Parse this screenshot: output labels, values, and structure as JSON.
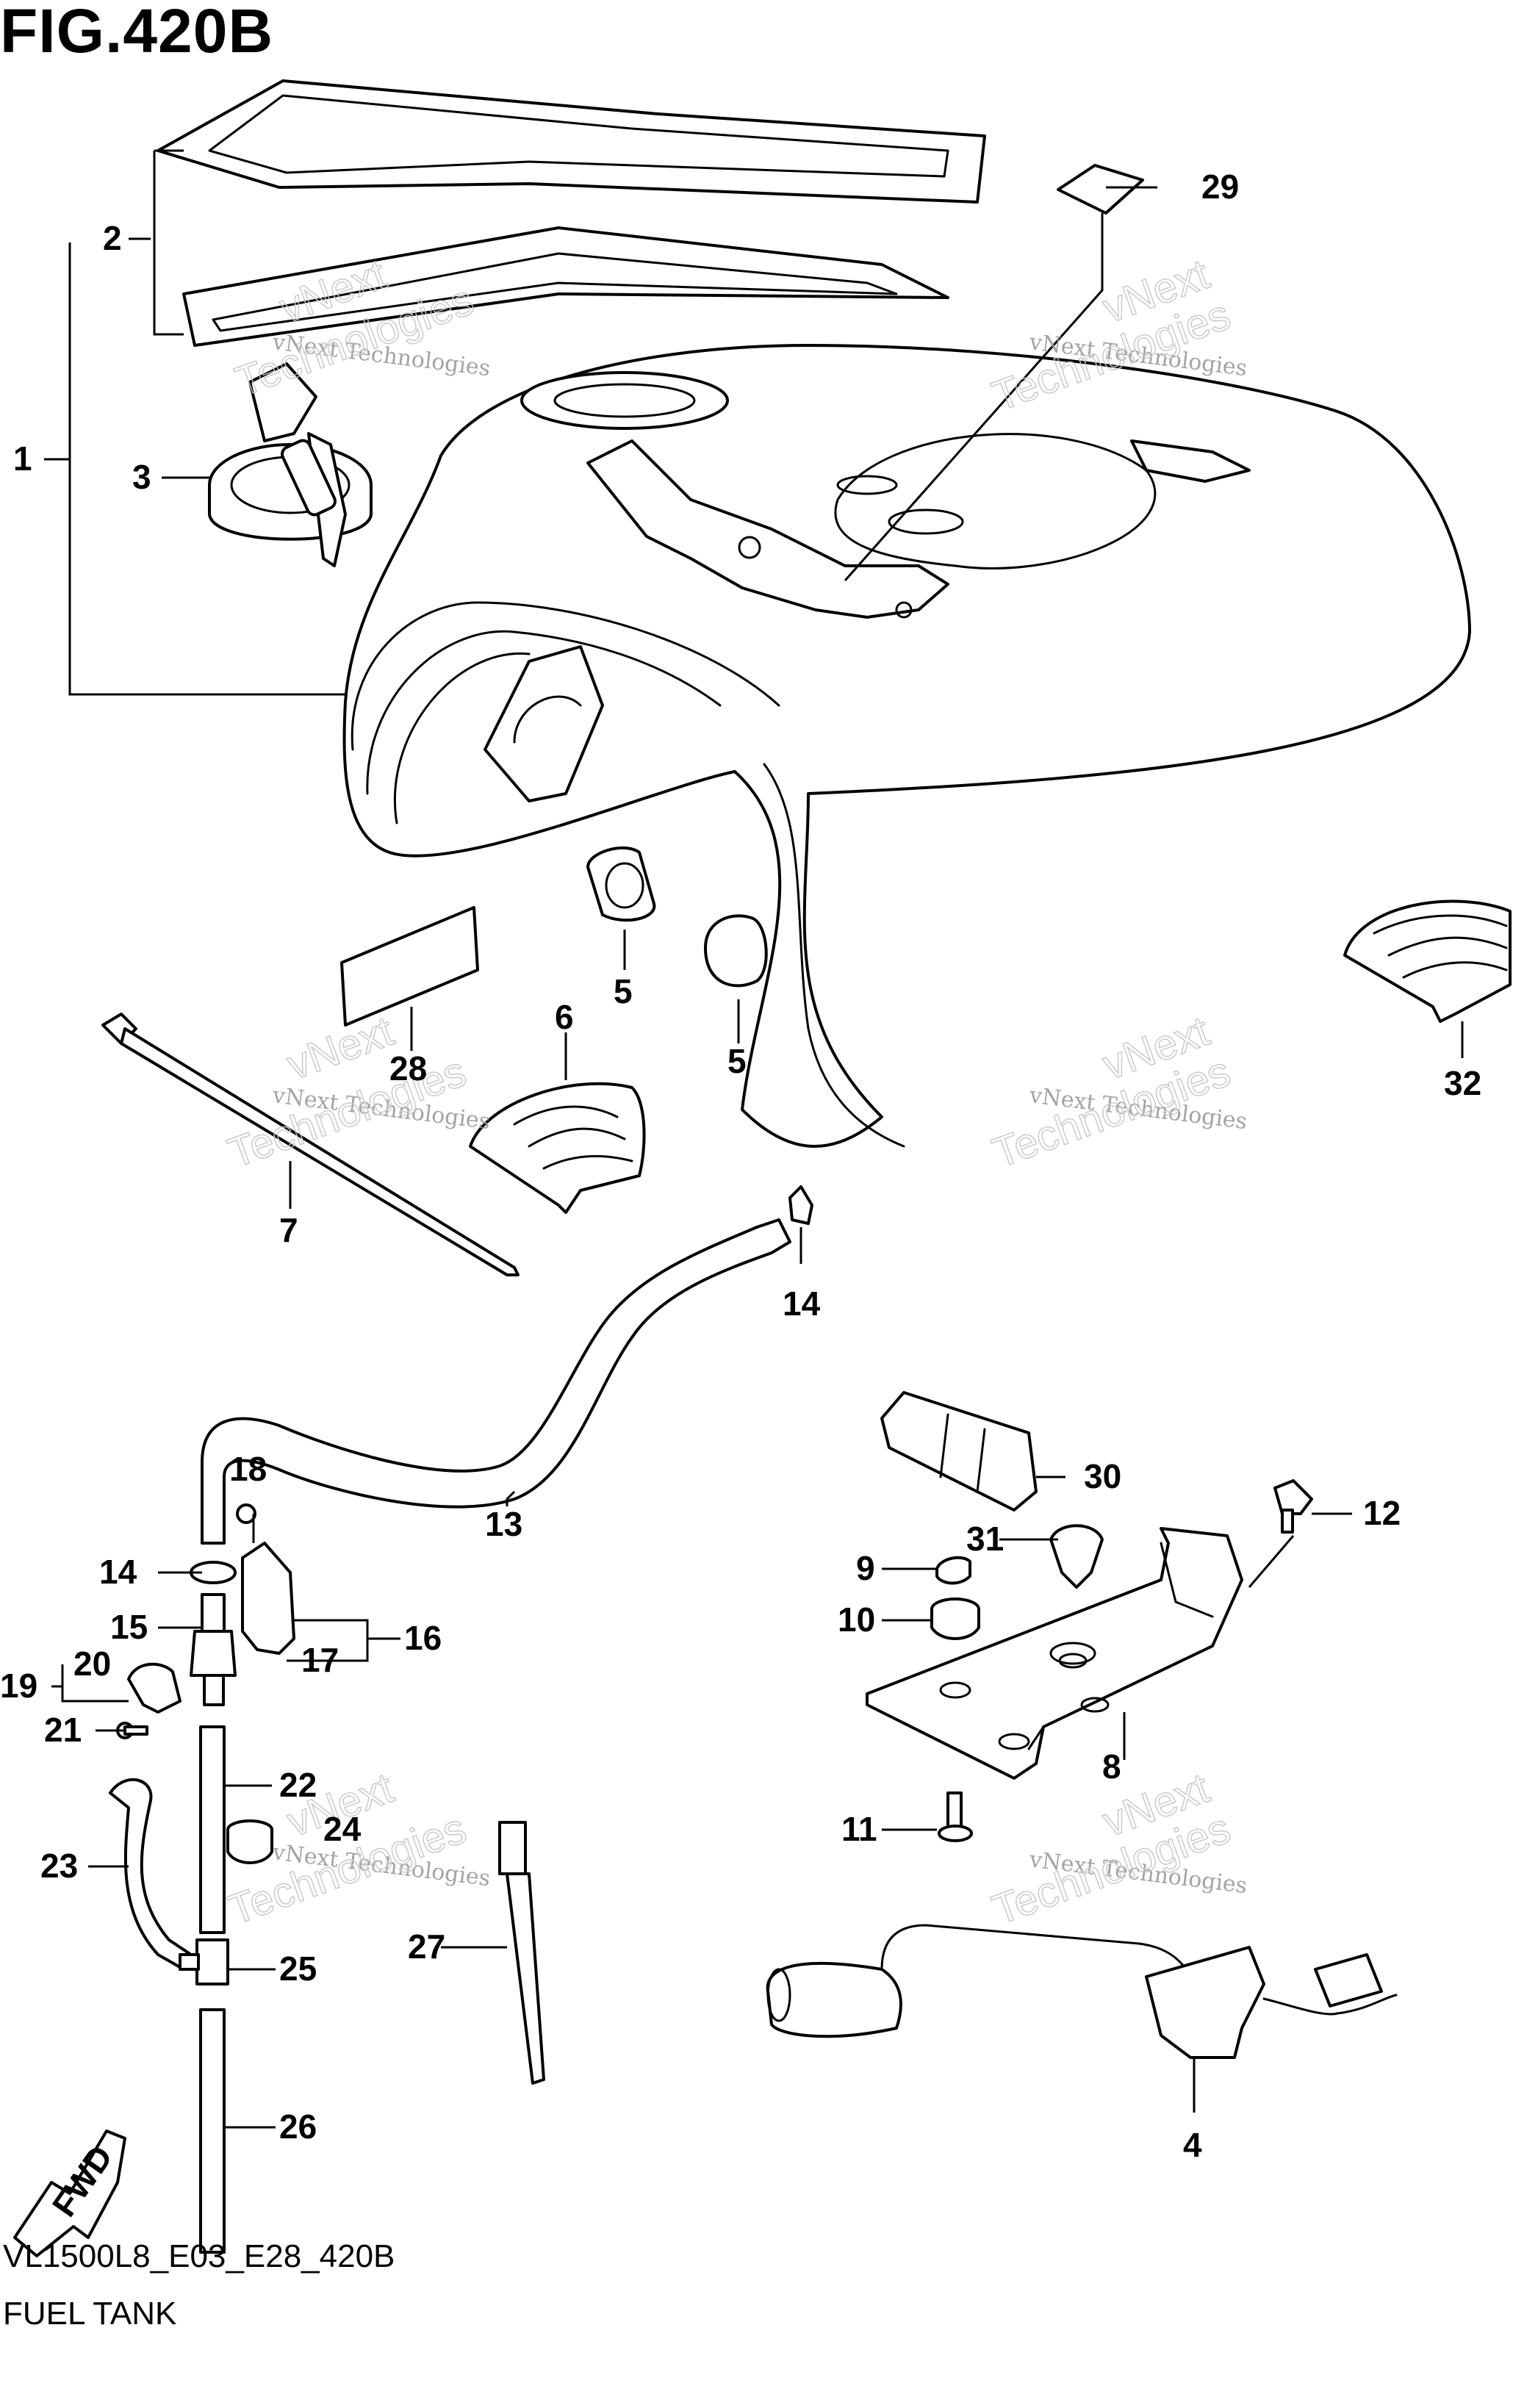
{
  "figure": {
    "title": "FIG.420B",
    "code": "VL1500L8_E03_E28_420B",
    "name": "FUEL TANK",
    "fwd_label": "FWD"
  },
  "watermark": {
    "line1": "vNext Technologies",
    "line2a": "vNext",
    "line2b": "Technologies"
  },
  "callouts": {
    "p1": "1",
    "p2": "2",
    "p3": "3",
    "p4": "4",
    "p5a": "5",
    "p5b": "5",
    "p6": "6",
    "p7": "7",
    "p8": "8",
    "p9": "9",
    "p10": "10",
    "p11": "11",
    "p12": "12",
    "p13": "13",
    "p14a": "14",
    "p14b": "14",
    "p15": "15",
    "p16": "16",
    "p17": "17",
    "p18": "18",
    "p19": "19",
    "p20": "20",
    "p21": "21",
    "p22": "22",
    "p23": "23",
    "p24": "24",
    "p25": "25",
    "p26": "26",
    "p27": "27",
    "p28": "28",
    "p29": "29",
    "p30": "30",
    "p31": "31",
    "p32": "32"
  }
}
